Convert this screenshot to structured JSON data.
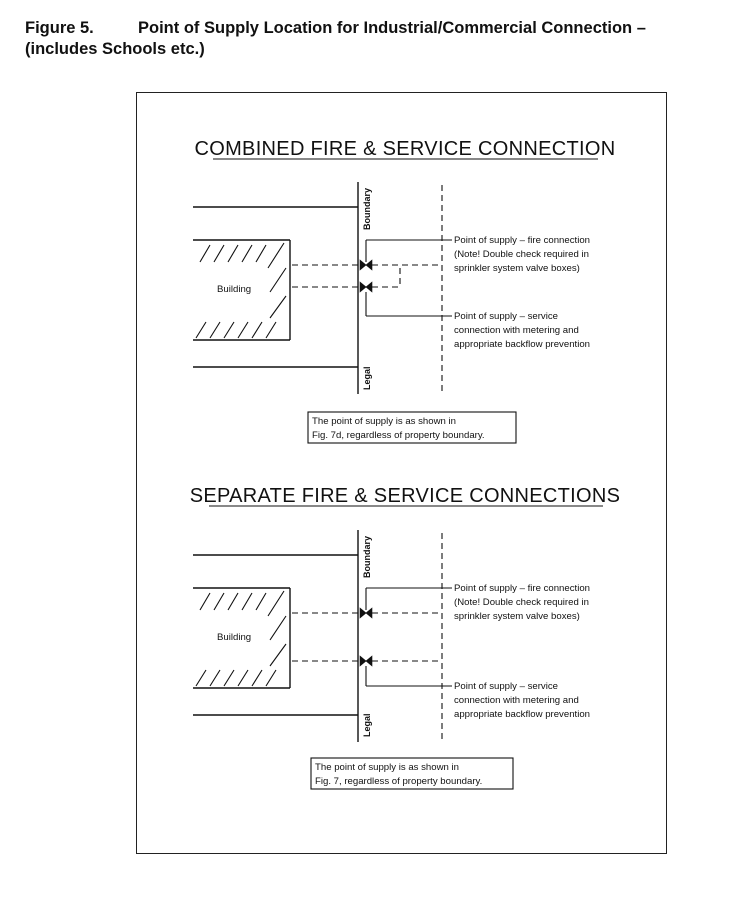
{
  "figure": {
    "number": "Figure 5.",
    "title": "Point of Supply Location for Industrial/Commercial Connection –",
    "subtitle": "(includes Schools etc.)"
  },
  "diagrams": [
    {
      "heading": "COMBINED FIRE & SERVICE CONNECTION",
      "building_label": "Building",
      "boundary_label": "Boundary",
      "legal_label": "Legal",
      "fire_label": [
        "Point of supply – fire connection",
        "(Note! Double check required in",
        "sprinkler system valve boxes)"
      ],
      "service_label": [
        "Point of supply – service",
        "connection with metering and",
        "appropriate backflow prevention"
      ],
      "note": [
        "The point of supply is as shown in",
        "Fig. 7d, regardless of property boundary."
      ]
    },
    {
      "heading": "SEPARATE FIRE & SERVICE CONNECTIONS",
      "building_label": "Building",
      "boundary_label": "Boundary",
      "legal_label": "Legal",
      "fire_label": [
        "Point of supply – fire connection",
        "(Note! Double check required in",
        "sprinkler system valve boxes)"
      ],
      "service_label": [
        "Point of supply – service",
        "connection with metering and",
        "appropriate backflow prevention"
      ],
      "note": [
        "The point of supply is as shown in",
        "Fig. 7, regardless of property boundary."
      ]
    }
  ]
}
